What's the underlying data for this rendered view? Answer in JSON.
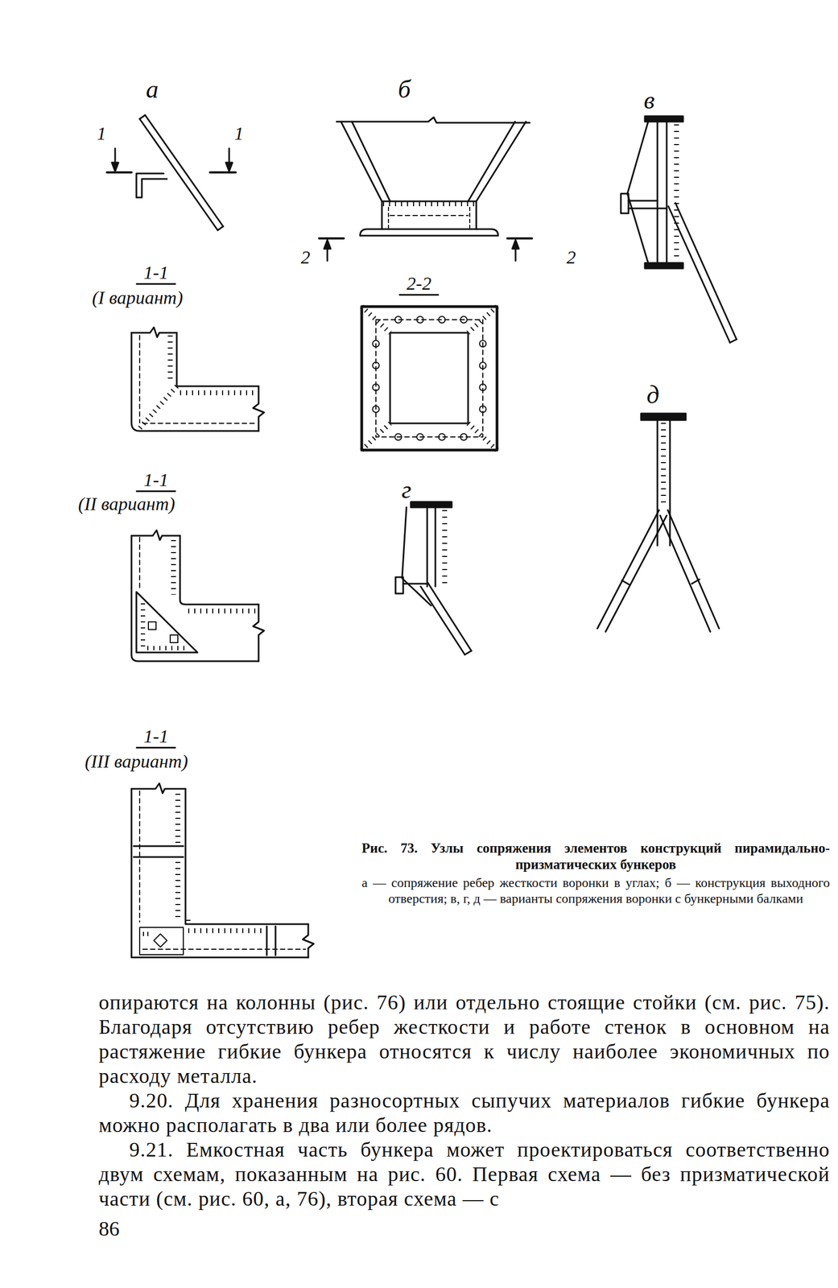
{
  "diagram": {
    "caption": "Рис. 73. Узлы сопряжения элементов конструкций пирамидально-призматических бункеров",
    "labels": [
      "а",
      "1",
      "1",
      "б",
      "в",
      "1-1",
      "(I вариант)",
      "2",
      "2",
      "2-2",
      "г",
      "д",
      "1-1",
      "(II вариант)",
      "1-1",
      "(III вариант)",
      "а — сопряжение ребер жесткости воронки в углах; б — конструкция выходного отверстия; в, г, д — варианты сопряжения воронки с бункерными балками",
      "опираются на колонны (рис. 76) или отдельно стоящие стойки (см. рис. 75). Благодаря отсутствию ребер жесткости и работе стенок в основном на растяжение гибкие бункера относятся к числу наиболее экономичных по расходу металла.",
      "9.20. Для хранения разносортных сыпучих материалов гибкие бункера можно располагать в два или более рядов.",
      "9.21. Емкостная часть бункера может проектироваться соответственно двум схемам, показанным на рис. 60. Первая схема — без призматической части (см. рис. 60, а, 76), вторая схема — с",
      "86"
    ]
  }
}
